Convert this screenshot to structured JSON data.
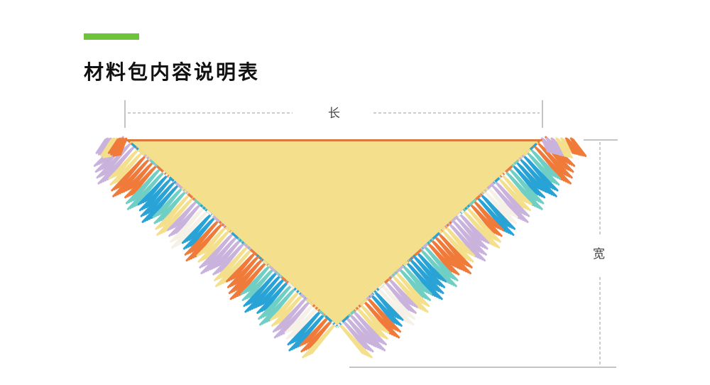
{
  "header": {
    "title": "材料包内容说明表",
    "accent_color": "#6dc33a"
  },
  "dimensions": {
    "length_label": "长",
    "width_label": "宽"
  },
  "product": {
    "image": "triangle-fringed-crochet-shawl",
    "colors": [
      "#f07a3a",
      "#29a3d6",
      "#c9b3dd",
      "#f4e08c",
      "#6fcfc4",
      "#f6f1e6"
    ]
  }
}
